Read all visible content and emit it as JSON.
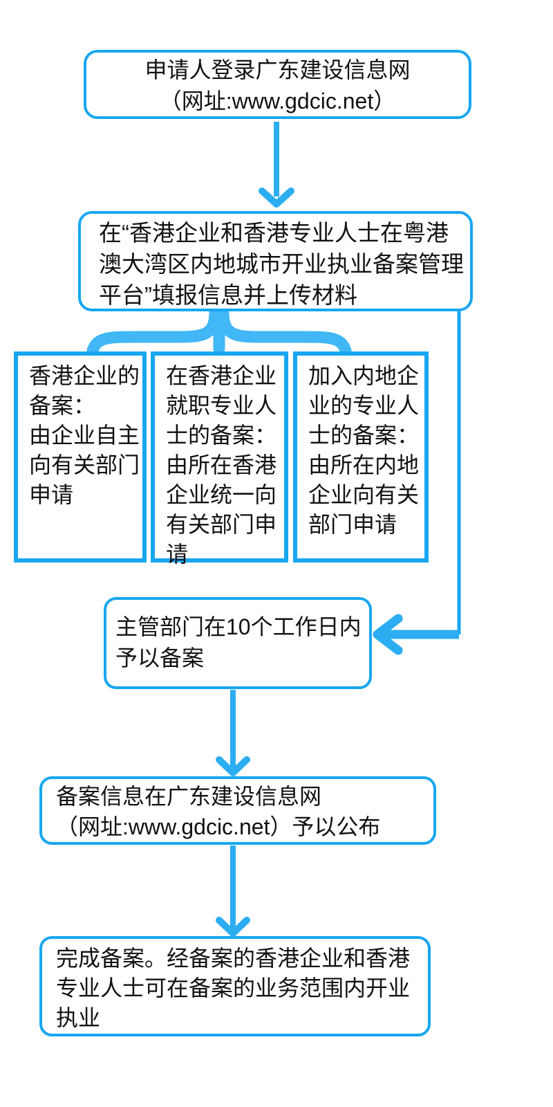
{
  "colors": {
    "box_border": "#18A6F0",
    "brace": "#41B8F5",
    "arrow": "#2CADF2",
    "text": "#111111",
    "background": "#FFFFFF"
  },
  "flow": {
    "step_login": "申请人登录广东建设信息网\n（网址:www.gdcic.net）",
    "step_platform": "在“香港企业和香港专业人士在粤港\n澳大湾区内地城市开业执业备案管理\n平台”填报信息并上传材料",
    "branch_hk_enterprise": "香港企业的\n备案：\n由企业自主\n向有关部门\n申请",
    "branch_hk_professional": "在香港企业\n就职专业人\n士的备案：\n由所在香港\n企业统一向\n有关部门申\n请",
    "branch_mainland_professional": "加入内地企\n业的专业人\n士的备案：\n由所在内地\n企业向有关\n部门申请",
    "step_review": "主管部门在10个工作日内\n予以备案",
    "step_publish": "备案信息在广东建设信息网\n（网址:www.gdcic.net）予以公布",
    "step_complete": "完成备案。经备案的香港企业和香港\n专业人士可在备案的业务范围内开业\n执业"
  }
}
